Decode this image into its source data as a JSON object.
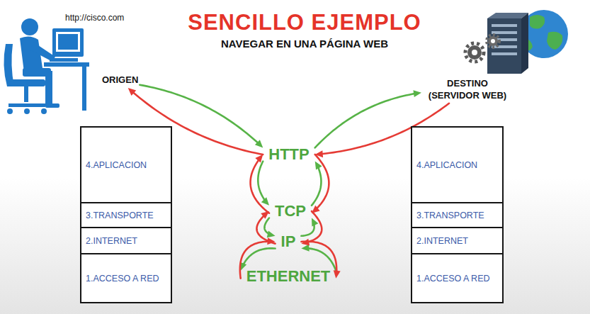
{
  "diagram": {
    "title": "SENCILLO EJEMPLO",
    "nodes": [
      {
        "text": [
          "ORIGEN"
        ]
      },
      {
        "text": [
          "DESTINO (SERVIDOR WEB)"
        ]
      },
      {
        "text": [
          "4.APLICACION"
        ]
      },
      {
        "text": [
          "3.TRANSPORTE"
        ]
      },
      {
        "text": [
          "2.INTERNET"
        ]
      },
      {
        "text": [
          "1.ACCESO A RED"
        ]
      },
      {
        "text": [
          "HTTP"
        ]
      },
      {
        "text": [
          "TCP"
        ]
      },
      {
        "text": [
          "IP"
        ]
      },
      {
        "text": [
          "ETHERNET"
        ]
      },
      {
        "text": [
          "4.APLICACION"
        ]
      },
      {
        "text": [
          "3.TRANSPORTE"
        ]
      },
      {
        "text": [
          "2.INTERNET"
        ]
      },
      {
        "text": [
          "1.ACCESO A RED"
        ]
      }
    ],
    "edges": [
      {
        "from": 0,
        "to": 6,
        "arrow": "to"
      },
      {
        "from": 6,
        "to": 7,
        "arrow": "to"
      },
      {
        "from": 7,
        "to": 8,
        "arrow": "to"
      },
      {
        "from": 8,
        "to": 9,
        "arrow": "to"
      },
      {
        "from": 9,
        "to": 8,
        "arrow": "to"
      },
      {
        "from": 8,
        "to": 7,
        "arrow": "to"
      },
      {
        "from": 7,
        "to": 6,
        "arrow": "to"
      },
      {
        "from": 6,
        "to": 1,
        "arrow": "to"
      },
      {
        "from": 1,
        "to": 6,
        "arrow": "to"
      },
      {
        "from": 6,
        "to": 7,
        "arrow": "to"
      },
      {
        "from": 7,
        "to": 8,
        "arrow": "to"
      },
      {
        "from": 8,
        "to": 9,
        "arrow": "to"
      },
      {
        "from": 9,
        "to": 8,
        "arrow": "to"
      },
      {
        "from": 8,
        "to": 7,
        "arrow": "to"
      },
      {
        "from": 7,
        "to": 6,
        "arrow": "to"
      },
      {
        "from": 6,
        "to": 0,
        "arrow": "to"
      }
    ],
    "labels": [
      "NAVEGAR EN UNA PÁGINA WEB",
      "http://cisco.com"
    ]
  }
}
